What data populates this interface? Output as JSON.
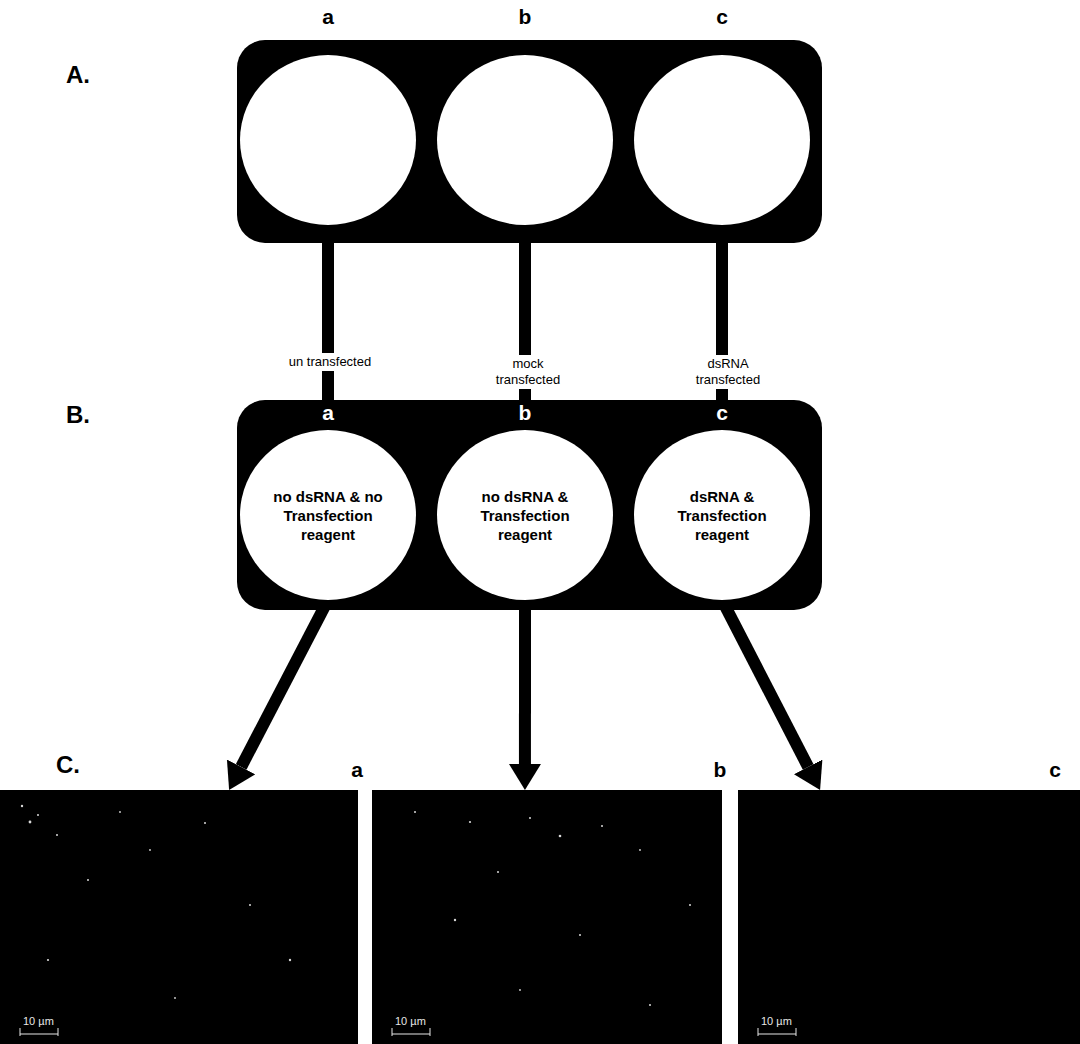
{
  "diagram": {
    "nodes": [
      {
        "text": [
          "a"
        ]
      },
      {
        "text": [
          "b"
        ]
      },
      {
        "text": [
          "c"
        ]
      },
      {
        "text": [
          "a",
          "no dsRNA & no Transfection reagent"
        ]
      },
      {
        "text": [
          "b",
          "no dsRNA & Transfection reagent"
        ]
      },
      {
        "text": [
          "c",
          "dsRNA & Transfection reagent"
        ]
      },
      {
        "text": [
          "a",
          "10 µm"
        ]
      },
      {
        "text": [
          "b",
          "10 µm"
        ]
      },
      {
        "text": [
          "c",
          "10 µm"
        ]
      }
    ],
    "edges": [
      {
        "from": 0,
        "to": 3,
        "arrow": "to",
        "label": "un transfected"
      },
      {
        "from": 1,
        "to": 4,
        "arrow": "to",
        "label": "mock transfected"
      },
      {
        "from": 2,
        "to": 5,
        "arrow": "to",
        "label": "dsRNA transfected"
      },
      {
        "from": 3,
        "to": 6,
        "arrow": "to"
      },
      {
        "from": 4,
        "to": 7,
        "arrow": "to"
      },
      {
        "from": 5,
        "to": 8,
        "arrow": "to"
      }
    ],
    "labels": [
      "A.",
      "B.",
      "C."
    ]
  }
}
